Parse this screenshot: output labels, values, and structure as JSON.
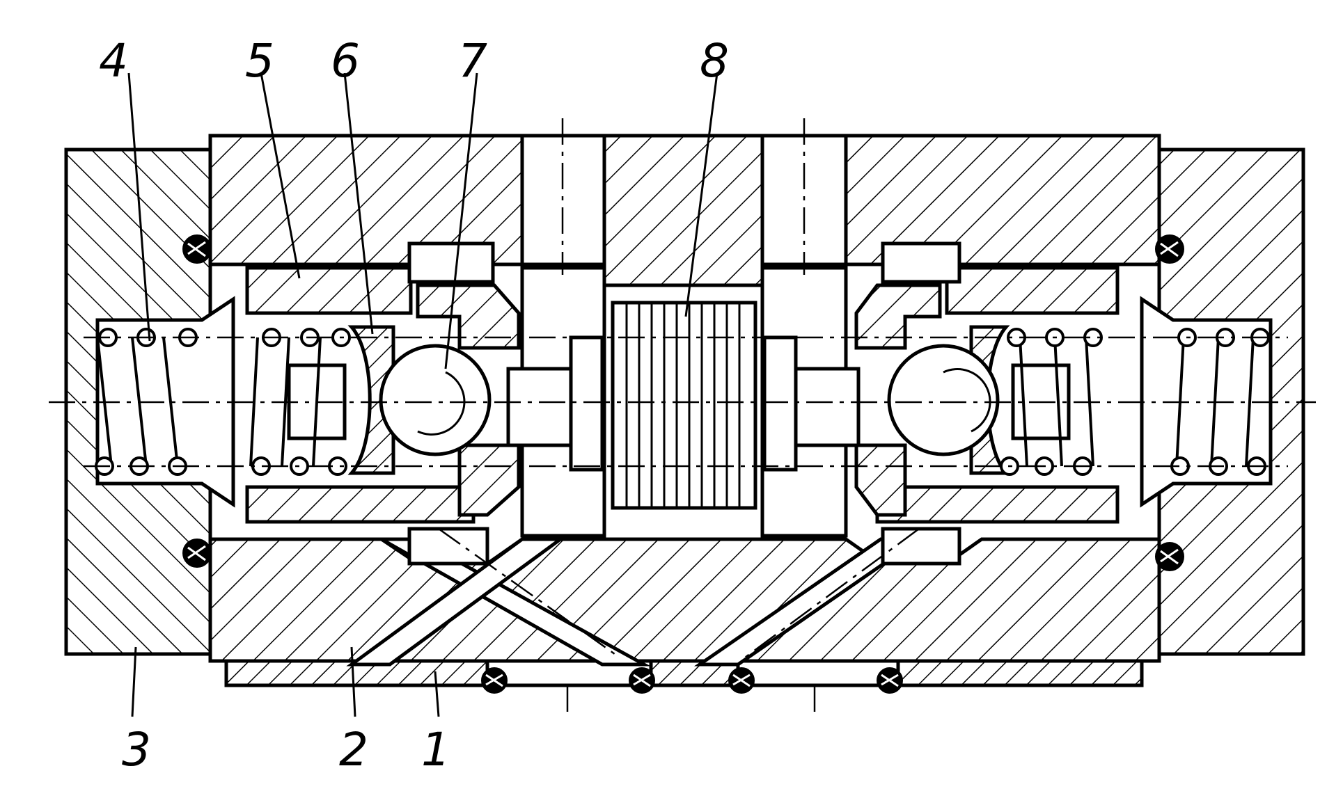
{
  "diagram": {
    "labels": [
      {
        "id": "1",
        "text": "1"
      },
      {
        "id": "2",
        "text": "2"
      },
      {
        "id": "3",
        "text": "3"
      },
      {
        "id": "4",
        "text": "4"
      },
      {
        "id": "5",
        "text": "5"
      },
      {
        "id": "6",
        "text": "6"
      },
      {
        "id": "7",
        "text": "7"
      },
      {
        "id": "8",
        "text": "8"
      }
    ]
  },
  "colors": {
    "ink": "#000000",
    "paper": "#ffffff"
  }
}
